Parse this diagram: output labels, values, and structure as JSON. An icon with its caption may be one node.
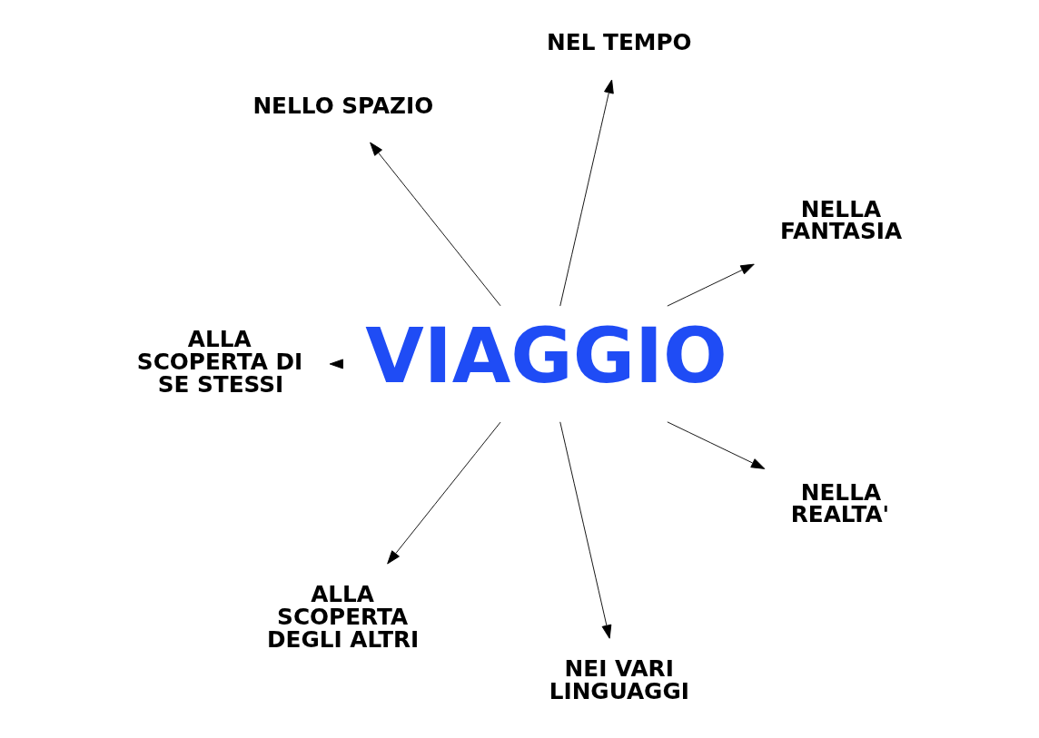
{
  "diagram": {
    "nodes": [
      {
        "text": [
          "NEL TEMPO"
        ]
      },
      {
        "text": [
          "NELLA FANTASIA"
        ]
      },
      {
        "text": [
          "NELLO SPAZIO"
        ]
      },
      {
        "text": [
          "VIAGGIO"
        ]
      },
      {
        "text": [
          "NELLA REALTA'"
        ]
      },
      {
        "text": [
          "ALLA SCOPERTA DI SE STESSI"
        ]
      },
      {
        "text": [
          "NEI VARI LINGUAGGI"
        ]
      },
      {
        "text": [
          "ALLA SCOPERTA DEGLI ALTRI"
        ]
      }
    ],
    "edges": [
      {
        "from": 3,
        "to": 0,
        "arrow": "to"
      },
      {
        "from": 3,
        "to": 1,
        "arrow": "to"
      },
      {
        "from": 3,
        "to": 4,
        "arrow": "to"
      },
      {
        "from": 3,
        "to": 6,
        "arrow": "to"
      },
      {
        "from": 3,
        "to": 7,
        "arrow": "to"
      },
      {
        "from": 3,
        "to": 5,
        "arrow": "to"
      },
      {
        "from": 3,
        "to": 2,
        "arrow": "to"
      }
    ]
  }
}
